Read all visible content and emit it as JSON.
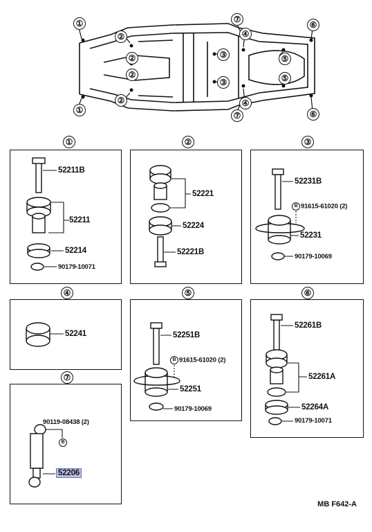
{
  "frame_callouts": {
    "c1": "①",
    "c2": "②",
    "c3": "③",
    "c4": "④",
    "c5": "⑤",
    "c6": "⑥",
    "c7": "⑦"
  },
  "sections": {
    "s1": {
      "number": "①",
      "parts": [
        "52211B",
        "52211",
        "52214",
        "90179-10071"
      ]
    },
    "s2": {
      "number": "②",
      "parts": [
        "52221",
        "52224",
        "52221B"
      ]
    },
    "s3": {
      "number": "③",
      "parts": [
        "52231B",
        "91615-61020 (2)",
        "52231",
        "90179-10069"
      ]
    },
    "s4": {
      "number": "④",
      "parts": [
        "52241"
      ]
    },
    "s5": {
      "number": "⑤",
      "parts": [
        "52251B",
        "91615-61020 (2)",
        "52251",
        "90179-10069"
      ]
    },
    "s6": {
      "number": "⑥",
      "parts": [
        "52261B",
        "52261A",
        "52264A",
        "90179-10071"
      ]
    },
    "s7": {
      "number": "⑦",
      "parts": [
        "90119-08438 (2)",
        "52206"
      ]
    }
  },
  "bolt_marker": "B",
  "highlighted_part": "52206",
  "diagram_code": "MB  F642-A"
}
